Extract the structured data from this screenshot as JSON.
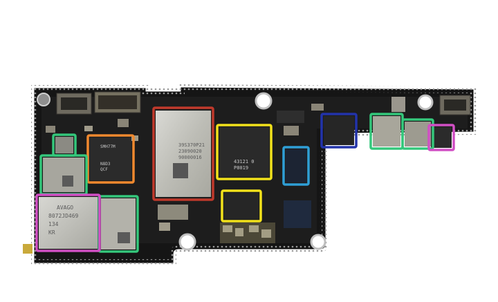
{
  "photo": {
    "subject": "logic-board",
    "colors": {
      "background": "#ffffff",
      "board": "#202020",
      "red": "#c0392b",
      "yellow": "#f2e21b",
      "orange": "#f0892e",
      "green": "#34c77b",
      "blue": "#2233aa",
      "light_blue": "#2f9fd6",
      "pink": "#d14fc4"
    }
  },
  "chip_markings": {
    "red_chip": [
      "39S370P21",
      "23090020",
      "90000016"
    ],
    "yellow_chip": [
      "43121 0",
      "P8019"
    ],
    "orange_chip": [
      "SMH77M",
      "N8D3",
      "QCF"
    ],
    "pink_chip": [
      "AVAGO",
      "8072JD469",
      "134",
      "KR"
    ]
  }
}
